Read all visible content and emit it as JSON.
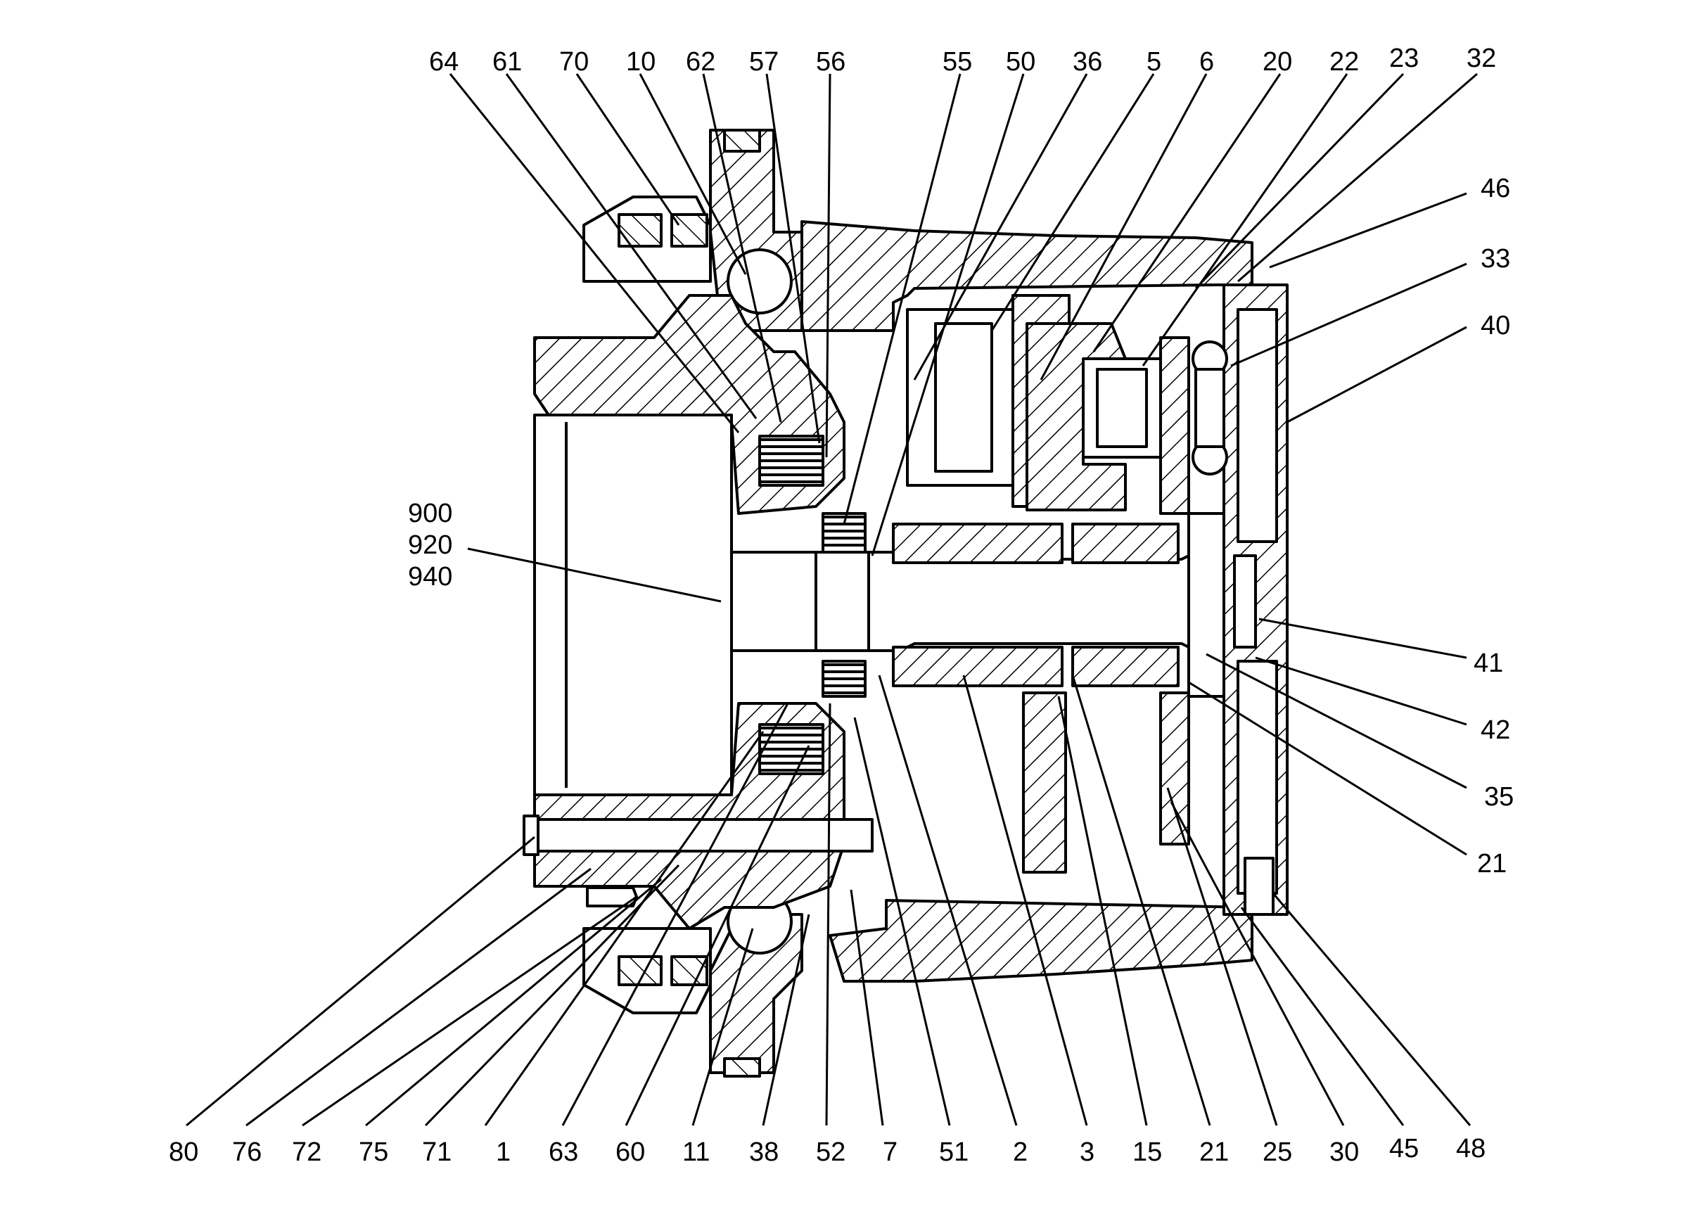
{
  "diagram": {
    "labels": {
      "l64": "64",
      "l61": "61",
      "l70": "70",
      "l10": "10",
      "l62": "62",
      "l57": "57",
      "l56": "56",
      "l55": "55",
      "l50": "50",
      "l36": "36",
      "l5": "5",
      "l6": "6",
      "l20": "20",
      "l22": "22",
      "l23": "23",
      "l32": "32",
      "l46": "46",
      "l33": "33",
      "l40": "40",
      "l41": "41",
      "l42": "42",
      "l35": "35",
      "l21r": "21",
      "l900": "900",
      "l920": "920",
      "l940": "940",
      "l80": "80",
      "l76": "76",
      "l72": "72",
      "l75": "75",
      "l71": "71",
      "l1": "1",
      "l63": "63",
      "l60": "60",
      "l11": "11",
      "l38": "38",
      "l52": "52",
      "l7": "7",
      "l51": "51",
      "l2": "2",
      "l3": "3",
      "l15": "15",
      "l21b": "21",
      "l25": "25",
      "l30": "30",
      "l45": "45",
      "l48": "48"
    }
  }
}
